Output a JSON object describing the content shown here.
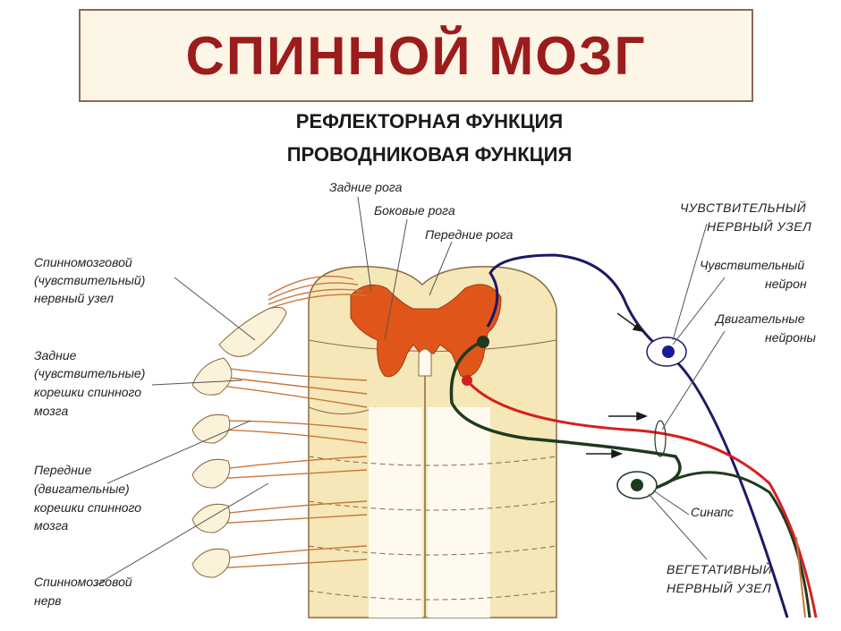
{
  "title": "СПИННОЙ МОЗГ",
  "subtitles": [
    "РЕФЛЕКТОРНАЯ ФУНКЦИЯ",
    "ПРОВОДНИКОВАЯ ФУНКЦИЯ"
  ],
  "labels": {
    "posterior_horns": "Задние рога",
    "lateral_horns": "Боковые рога",
    "anterior_horns": "Передние рога",
    "spinal_ganglion": [
      "Спинномозговой",
      "(чувствительный)",
      "нервный узел"
    ],
    "posterior_roots": [
      "Задние",
      "(чувствительные)",
      "корешки спинного",
      "мозга"
    ],
    "anterior_roots": [
      "Передние",
      "(двигательные)",
      "корешки спинного",
      "мозга"
    ],
    "spinal_nerve": [
      "Спинномозговой",
      "нерв"
    ],
    "sensory_ganglion": [
      "ЧУВСТВИТЕЛЬНЫЙ",
      "НЕРВНЫЙ УЗЕЛ"
    ],
    "sensory_neuron": [
      "Чувствительный",
      "нейрон"
    ],
    "motor_neurons": [
      "Двигательные",
      "нейроны"
    ],
    "synapse": "Синапс",
    "autonomic_ganglion": [
      "ВЕГЕТАТИВНЫЙ",
      "НЕРВНЫЙ УЗЕЛ"
    ]
  },
  "colors": {
    "title": "#9b1c1c",
    "cord": "#f6e7b8",
    "gray_matter": "#e0561a",
    "sensory_fiber": "#1a1a66",
    "motor_fiber": "#1f3a1f",
    "autonomic_fiber": "#d61f1f",
    "roots": "#c9763a"
  }
}
